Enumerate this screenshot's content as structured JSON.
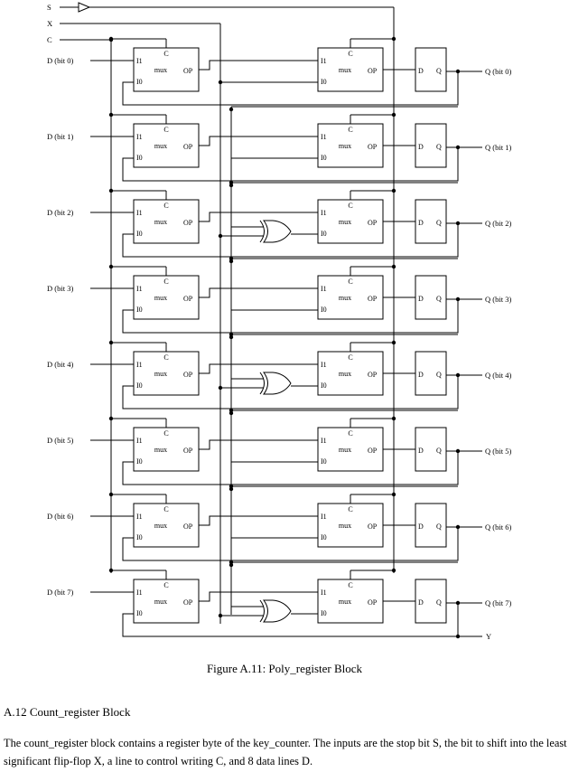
{
  "diagram": {
    "inputs": {
      "s": "S",
      "x": "X",
      "c": "C"
    },
    "rows": [
      {
        "d_label": "D (bit 0)",
        "q_label": "Q (bit 0)",
        "has_xor": false
      },
      {
        "d_label": "D (bit 1)",
        "q_label": "Q (bit 1)",
        "has_xor": false
      },
      {
        "d_label": "D (bit 2)",
        "q_label": "Q (bit 2)",
        "has_xor": true
      },
      {
        "d_label": "D (bit 3)",
        "q_label": "Q (bit 3)",
        "has_xor": false
      },
      {
        "d_label": "D (bit 4)",
        "q_label": "Q (bit 4)",
        "has_xor": true
      },
      {
        "d_label": "D (bit 5)",
        "q_label": "Q (bit 5)",
        "has_xor": false
      },
      {
        "d_label": "D (bit 6)",
        "q_label": "Q (bit 6)",
        "has_xor": false
      },
      {
        "d_label": "D (bit 7)",
        "q_label": "Q (bit 7)",
        "has_xor": true
      }
    ],
    "mux_labels": {
      "i1": "I1",
      "i0": "I0",
      "c": "C",
      "mux": "mux",
      "op": "OP"
    },
    "ff_labels": {
      "d": "D",
      "q": "Q"
    },
    "y_label": "Y"
  },
  "caption": "Figure A.11:  Poly_register Block",
  "section": {
    "title": "A.12   Count_register Block",
    "paragraph": "The count_register block contains a register byte of the key_counter.  The inputs are the stop bit S, the bit to shift into the least significant flip-flop X, a line to control writing C, and 8 data lines D."
  }
}
